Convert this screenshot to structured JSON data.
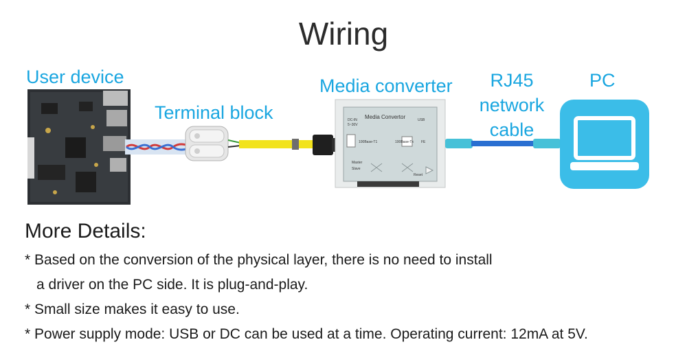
{
  "title": "Wiring",
  "labels": {
    "user_device": "User device",
    "terminal_block": "Terminal block",
    "media_converter": "Media converter",
    "rj45_line1": "RJ45",
    "rj45_line2": "network",
    "rj45_line3": "cable",
    "pc": "PC"
  },
  "converter_box": {
    "name": "Media Convertor",
    "dc_in": "DC-IN",
    "dc_v": "5~30V",
    "usb": "USB",
    "port_left": "100Base-T1",
    "port_right": "100Base-Tx",
    "fe": "FE",
    "master": "Master",
    "slave": "Slave",
    "reset": "Reset"
  },
  "details": {
    "heading": "More Details:",
    "bullets": [
      "* Based on the conversion of the physical layer, there is no need to install",
      "a driver on the PC side. It is plug-and-play.",
      "* Small size makes it easy to use.",
      "* Power supply mode: USB or DC can be used at a time. Operating current: 12mA at 5V."
    ]
  },
  "colors": {
    "label": "#19a6e0",
    "pc_tile": "#3bbde8",
    "yellow_cable": "#f2e31c",
    "blue_cable": "#2a6fd1"
  },
  "icons": [
    "circuit-board-icon",
    "terminal-block-icon",
    "media-converter-icon",
    "network-cable-icon",
    "laptop-icon"
  ]
}
